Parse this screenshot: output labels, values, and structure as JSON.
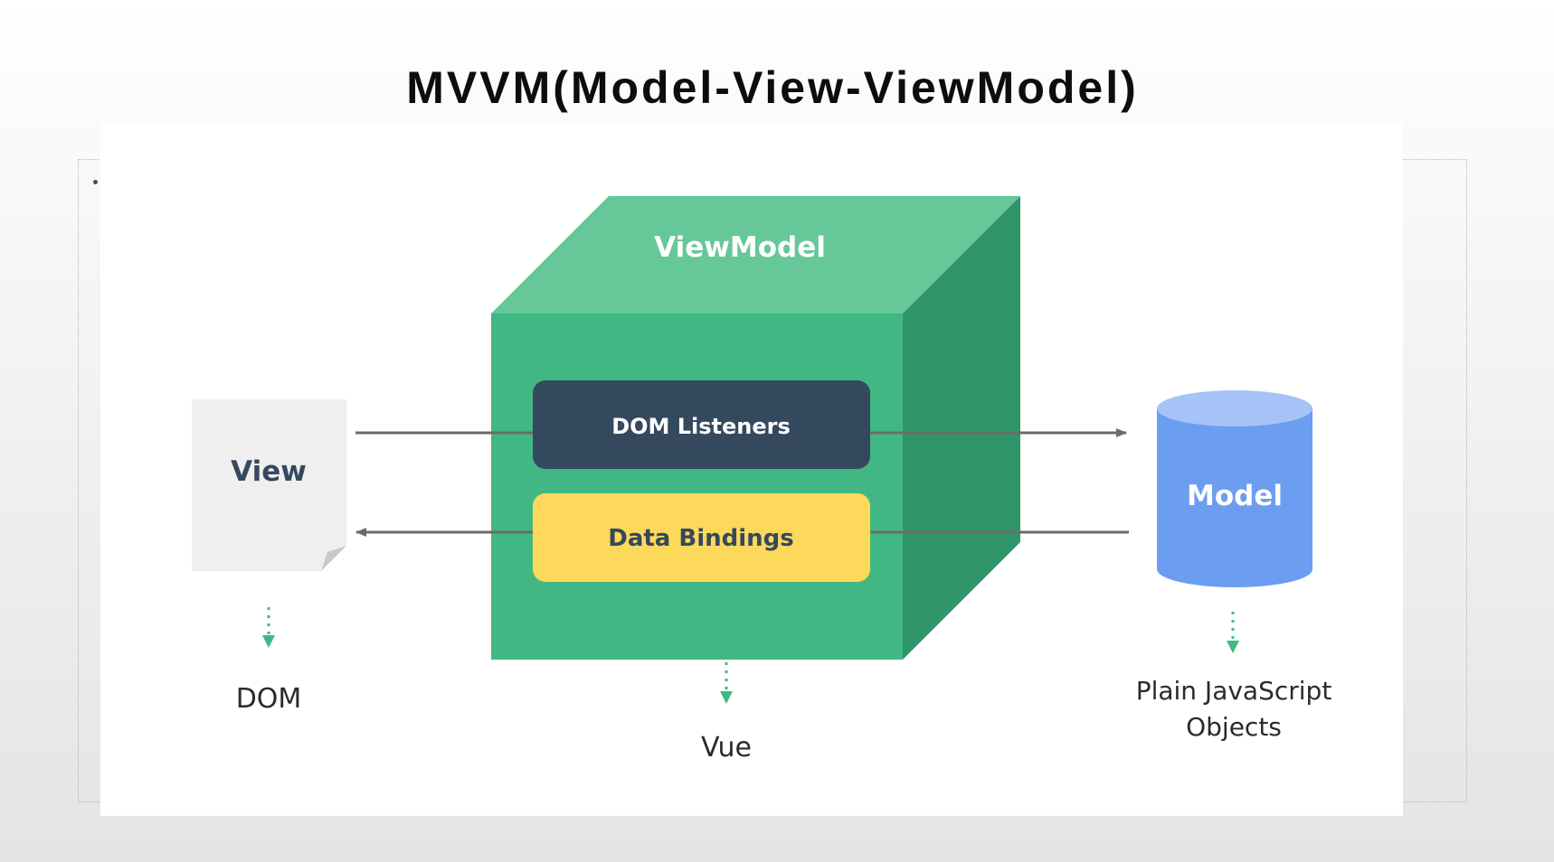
{
  "title": "MVVM(Model-View-ViewModel)",
  "diagram": {
    "viewmodel_label": "ViewModel",
    "dom_listeners_label": "DOM Listeners",
    "data_bindings_label": "Data Bindings",
    "view_label": "View",
    "model_label": "Model",
    "dom_caption": "DOM",
    "vue_caption": "Vue",
    "model_caption_line1": "Plain JavaScript",
    "model_caption_line2": "Objects"
  },
  "colors": {
    "cube_front": "#41b883",
    "cube_top": "#66c799",
    "cube_side": "#31956a",
    "listeners_box": "#35495e",
    "bindings_box": "#fcd95a",
    "view_doc": "#efefef",
    "model_body": "#6b9df1",
    "model_top": "#a5c3f7",
    "arrow": "#6b6b6b",
    "dotted_arrow": "#41b883",
    "dark_text": "#35495e"
  }
}
